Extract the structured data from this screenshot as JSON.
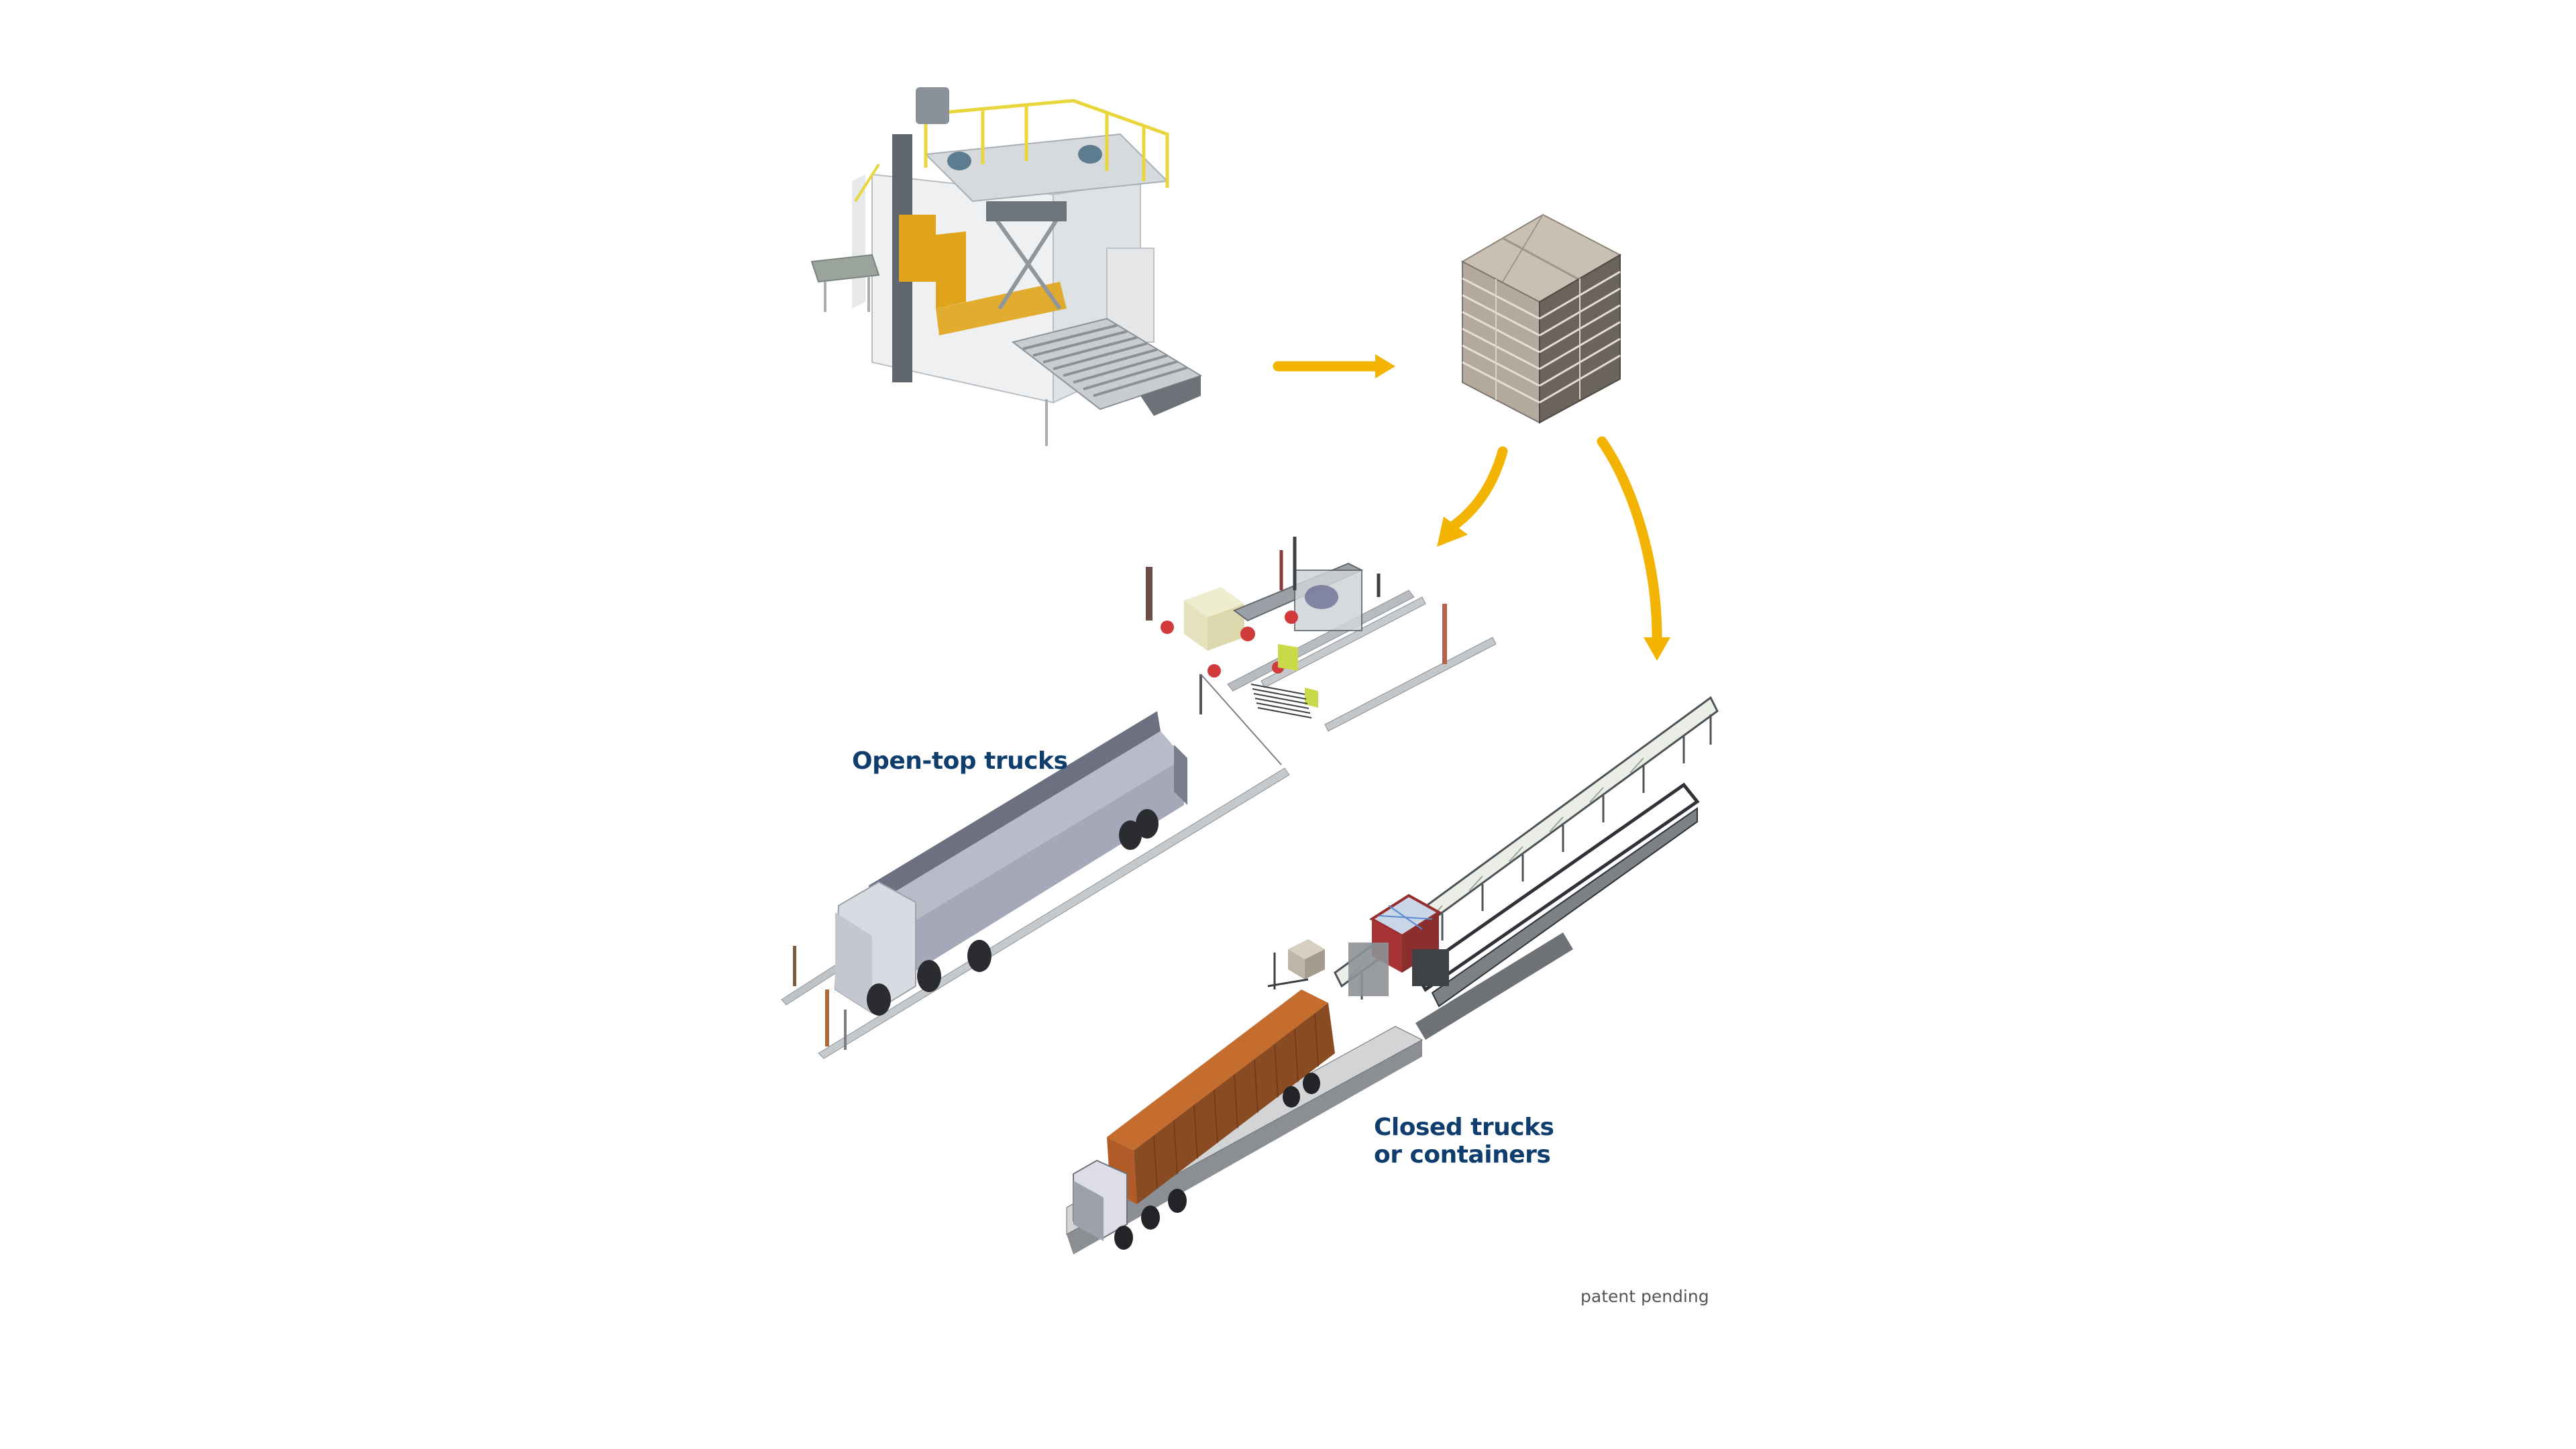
{
  "diagram": {
    "background": "#ffffff",
    "accent_color": "#f2b400",
    "label_color": "#0f3d6e",
    "nodes": [
      {
        "id": "palletizer",
        "description": "palletizer machine with yellow railings and roller conveyor"
      },
      {
        "id": "pallet",
        "description": "stacked pallet of bags"
      },
      {
        "id": "open_top_loader",
        "description": "overhead loading system for open-top trucks"
      },
      {
        "id": "open_top_truck",
        "label": "Open-top trucks"
      },
      {
        "id": "closed_loader",
        "description": "telescopic conveyor loading system"
      },
      {
        "id": "container_truck",
        "label_line1": "Closed trucks",
        "label_line2": "or containers"
      }
    ],
    "edges": [
      {
        "from": "palletizer",
        "to": "pallet",
        "style": "straight-arrow"
      },
      {
        "from": "pallet",
        "to": "open_top_loader",
        "style": "curved-arrow"
      },
      {
        "from": "pallet",
        "to": "closed_loader",
        "style": "curved-arrow"
      }
    ]
  },
  "labels": {
    "open_top": "Open-top trucks",
    "closed_line1": "Closed trucks",
    "closed_line2": "or containers",
    "patent": "patent pending"
  }
}
